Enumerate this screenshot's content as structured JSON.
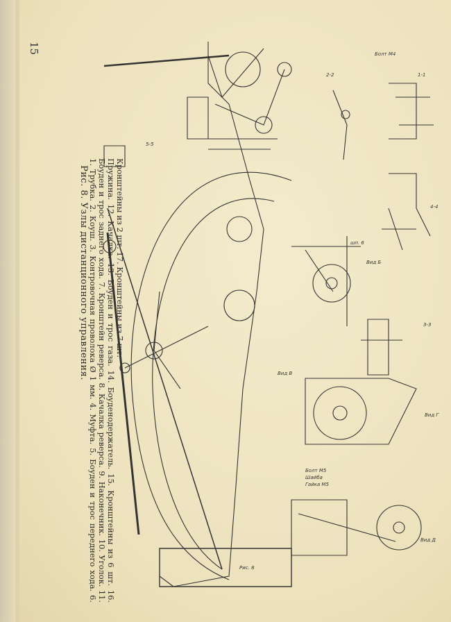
{
  "page_number": "15",
  "caption": {
    "title": "Рис. 8. Узлы дистанционного управления.",
    "items": "1. Трубка. 2. Коуш. 3. Контровочная проволока Ø 1 мм. 4. Муфта. 5. Боуден и трос переднего хода. 6. Боуден и трос заднего хода. 7. Кронштейн реверса. 8. Качалка реверса. 9. Наконечник. 10. Уголок. 11. Пружина. 12. Качалка. 13. Боуден и трос газа. 14. Боуденодержатель. 15. Кронштейны из 6 шт. 16. Кронштейны из 2 шт. 17. Кронштейны из 7 шт."
  },
  "drawing_labels": {
    "section_1": "1-1",
    "section_2": "2-2",
    "section_3": "3-3",
    "section_4": "4-4",
    "section_5": "5-5",
    "view_b": "Вид Б",
    "view_v": "Вид В",
    "view_g": "Вид Г",
    "view_d": "Вид Д",
    "bolt": "Болт М5",
    "washer": "Шайба",
    "nut": "Гайка М5",
    "bolt_m4": "Болт М4",
    "fig": "Рис. 8",
    "rivet": "шп. 6"
  },
  "colors": {
    "paper": "#efe5c3",
    "ink": "#2a2a2a"
  }
}
